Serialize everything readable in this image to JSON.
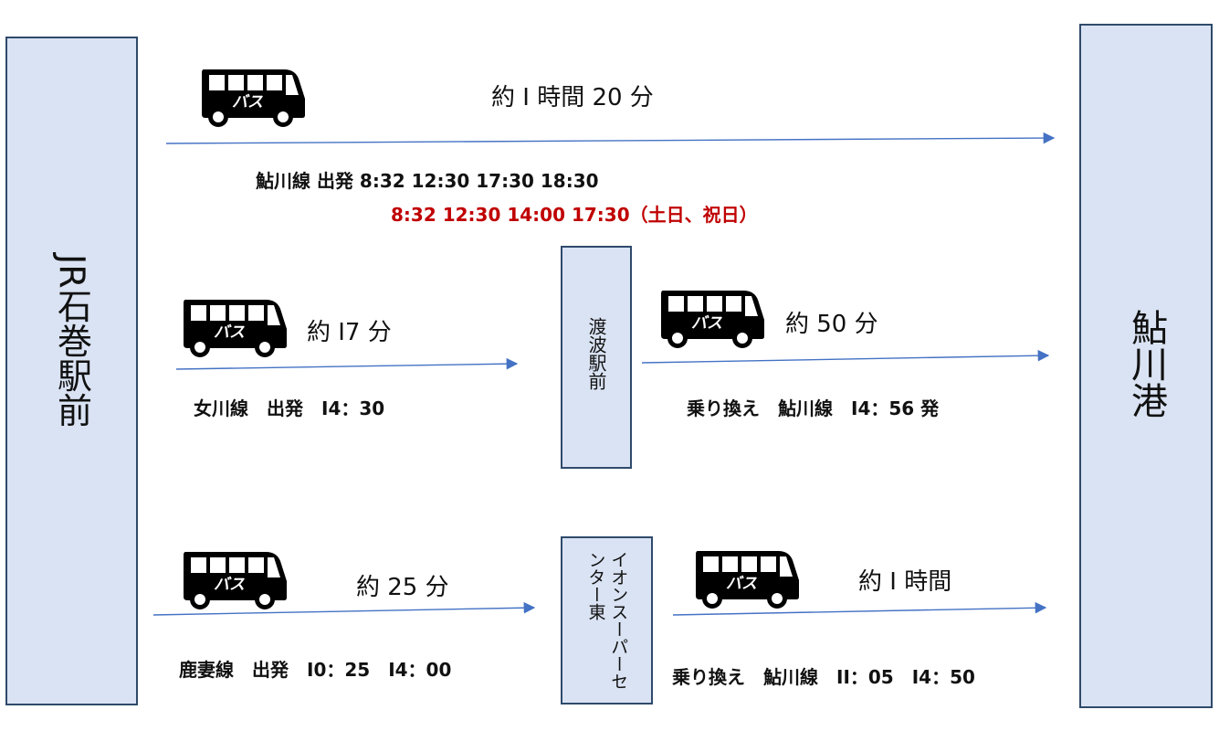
{
  "stations": {
    "origin": "JR石巻駅前",
    "destination": "鮎川港",
    "transfer1": "渡波駅前",
    "transfer2": "イオンスーパーセンター東"
  },
  "bus_badge": "バス",
  "routes": {
    "direct": {
      "duration": "約 I 時間 20 分",
      "schedule": "鮎川線 出発 8:32 12:30 17:30 18:30",
      "schedule_holiday": "8:32 12:30 14:00 17:30（土日、祝日）"
    },
    "via_watanoha": {
      "leg1_duration": "約 I7 分",
      "leg1_schedule": "女川線　出発　I4：30",
      "leg2_duration": "約 50 分",
      "leg2_schedule": "乗り換え　鮎川線　I4：56 発"
    },
    "via_aeon": {
      "leg1_duration": "約 25 分",
      "leg1_schedule": "鹿妻線　出発　I0：25　I4：00",
      "leg2_duration": "約 I 時間",
      "leg2_schedule": "乗り換え　鮎川線　II：05　I4：50"
    }
  },
  "colors": {
    "station_fill": "#dae3f3",
    "station_border": "#2f4a6b",
    "arrow": "#4472c4",
    "holiday_text": "#c00000"
  }
}
